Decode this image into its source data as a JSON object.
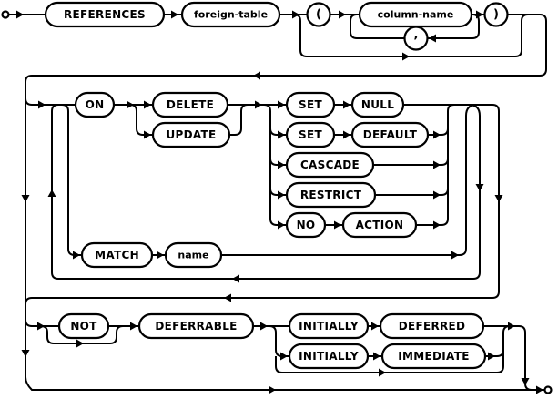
{
  "diagram": {
    "kind": "railroad-syntax-diagram",
    "background_color": "#ffffff",
    "line_color": "#000000",
    "box_fill": "#ffffff",
    "nodes": {
      "references": {
        "label": "REFERENCES",
        "type": "keyword"
      },
      "foreign_table": {
        "label": "foreign-table",
        "type": "nonterminal"
      },
      "open_paren": {
        "label": "(",
        "type": "punctuation"
      },
      "column_name": {
        "label": "column-name",
        "type": "nonterminal"
      },
      "comma": {
        "label": ",",
        "type": "punctuation"
      },
      "close_paren": {
        "label": ")",
        "type": "punctuation"
      },
      "on": {
        "label": "ON",
        "type": "keyword"
      },
      "delete": {
        "label": "DELETE",
        "type": "keyword"
      },
      "update": {
        "label": "UPDATE",
        "type": "keyword"
      },
      "set_a": {
        "label": "SET",
        "type": "keyword"
      },
      "null": {
        "label": "NULL",
        "type": "keyword"
      },
      "set_b": {
        "label": "SET",
        "type": "keyword"
      },
      "default": {
        "label": "DEFAULT",
        "type": "keyword"
      },
      "cascade": {
        "label": "CASCADE",
        "type": "keyword"
      },
      "restrict": {
        "label": "RESTRICT",
        "type": "keyword"
      },
      "no": {
        "label": "NO",
        "type": "keyword"
      },
      "action": {
        "label": "ACTION",
        "type": "keyword"
      },
      "match": {
        "label": "MATCH",
        "type": "keyword"
      },
      "name": {
        "label": "name",
        "type": "nonterminal"
      },
      "not": {
        "label": "NOT",
        "type": "keyword"
      },
      "deferrable": {
        "label": "DEFERRABLE",
        "type": "keyword"
      },
      "initially_a": {
        "label": "INITIALLY",
        "type": "keyword"
      },
      "deferred": {
        "label": "DEFERRED",
        "type": "keyword"
      },
      "initially_b": {
        "label": "INITIALLY",
        "type": "keyword"
      },
      "immediate": {
        "label": "IMMEDIATE",
        "type": "keyword"
      }
    }
  }
}
